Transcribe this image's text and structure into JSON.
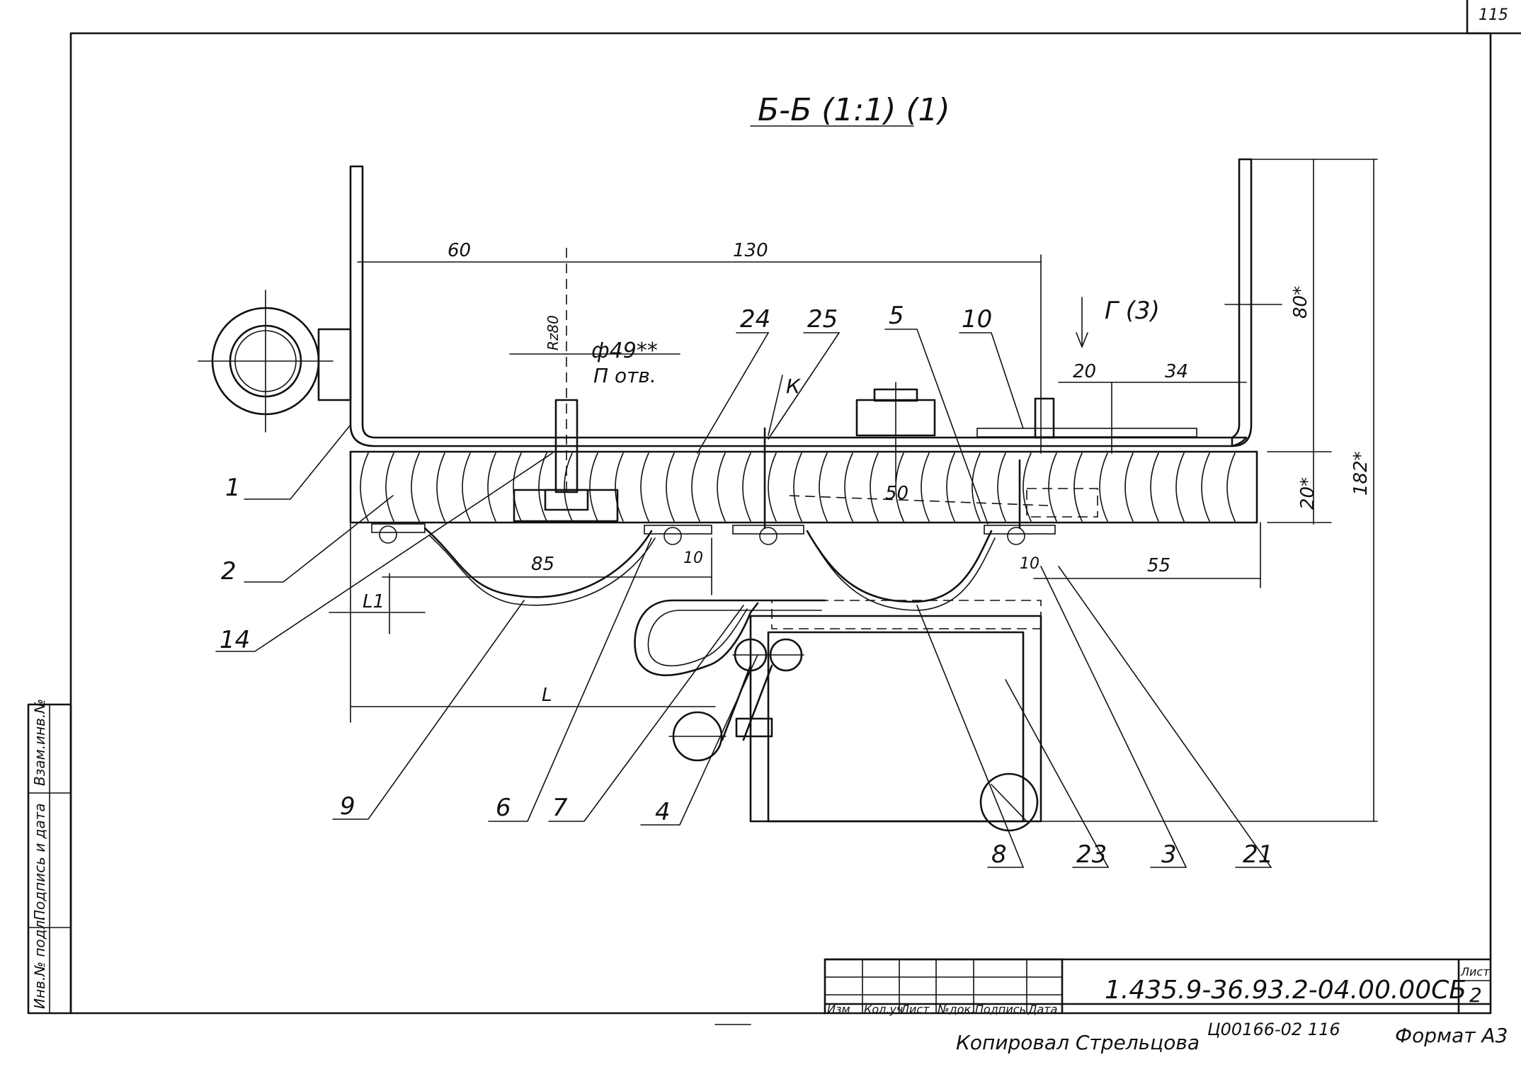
{
  "sheet": {
    "corner_number": "115",
    "section_title": "Б-Б (1:1) (1)",
    "view_label": "Г (3)",
    "hole_spec": "ф49**",
    "hole_note": "П отв.",
    "roughness": "Rz80",
    "weld_mark": "К"
  },
  "dimensions": {
    "d60": "60",
    "d130": "130",
    "d20": "20",
    "d34": "34",
    "d50": "50",
    "d85": "85",
    "d10a": "10",
    "d10b": "10",
    "d55": "55",
    "d80": "80*",
    "d20v": "20*",
    "d182": "182*",
    "l1": "L1",
    "l": "L"
  },
  "callouts": [
    "1",
    "2",
    "14",
    "9",
    "6",
    "7",
    "4",
    "8",
    "23",
    "3",
    "21",
    "24",
    "25",
    "5",
    "10"
  ],
  "side_stamp": {
    "col1": "Инв.№ подл.",
    "col2": "Подпись и дата",
    "col3": "Взам.инв.№"
  },
  "title_block": {
    "headers": [
      "Изм",
      "Кол.уч",
      "Лист",
      "№док.",
      "Подпись",
      "Дата"
    ],
    "doc_number": "1.435.9-36.93.2-04.00.00СБ",
    "sheet_label": "Лист",
    "sheet_number": "2"
  },
  "footer": {
    "copied": "Копировал Стрельцова",
    "code": "Ц00166-02 116",
    "format": "Формат А3"
  }
}
